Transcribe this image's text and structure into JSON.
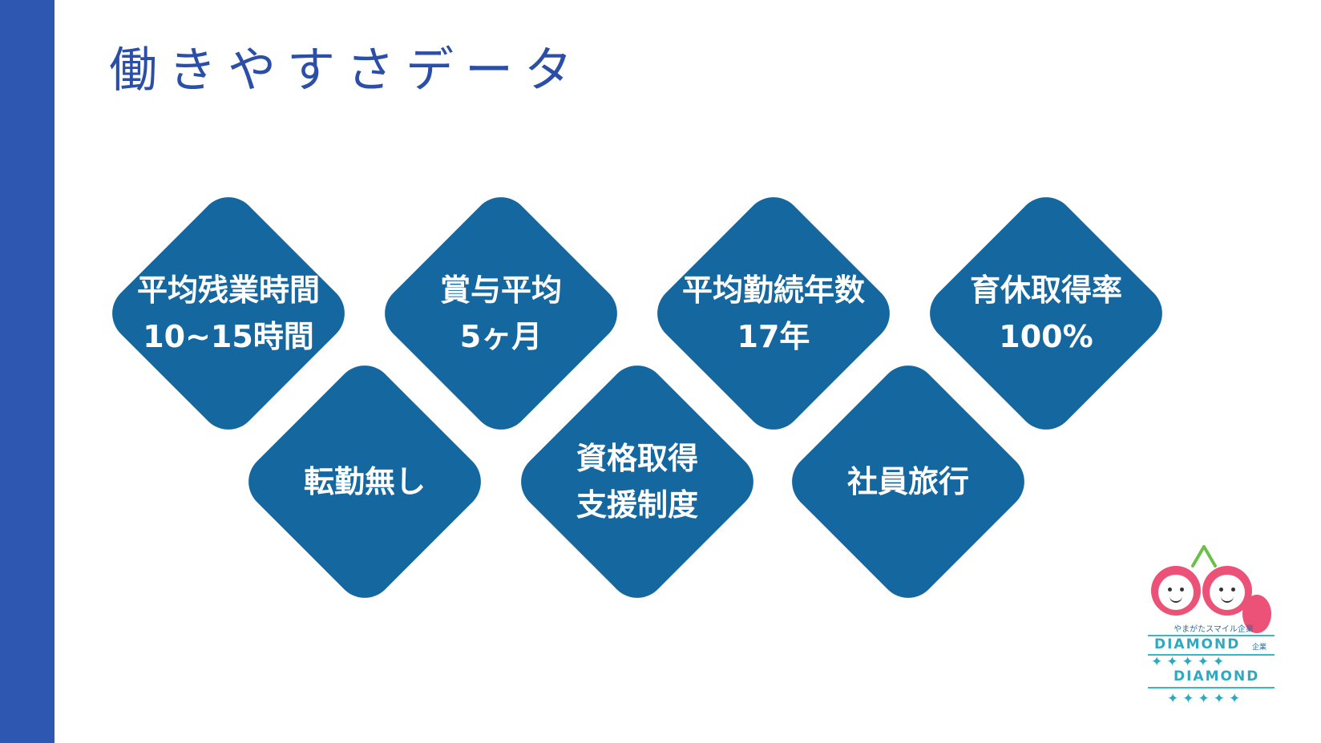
{
  "page": {
    "title": "働きやすさデータ"
  },
  "items": [
    {
      "lines": [
        "平均残業時間",
        "10~15時間"
      ]
    },
    {
      "lines": [
        "賞与平均",
        "5ヶ月"
      ]
    },
    {
      "lines": [
        "平均勤続年数",
        "17年"
      ]
    },
    {
      "lines": [
        "育休取得率",
        "100%"
      ]
    },
    {
      "lines": [
        "転勤無し"
      ]
    },
    {
      "lines": [
        "資格取得",
        "支援制度"
      ]
    },
    {
      "lines": [
        "社員旅行"
      ]
    }
  ],
  "badge": {
    "caption": "やまがたスマイル企業",
    "word_1": "DIAMOND",
    "sub": "企業",
    "word_2": "DIAMOND",
    "stars": "✦✦✦✦✦"
  },
  "colors": {
    "left_bar": "#2d57b0",
    "title": "#2b4fa6",
    "diamond": "#14679f",
    "badge_pink": "#ec5278",
    "badge_teal": "#30a9c0",
    "badge_stem": "#6cc04a"
  }
}
